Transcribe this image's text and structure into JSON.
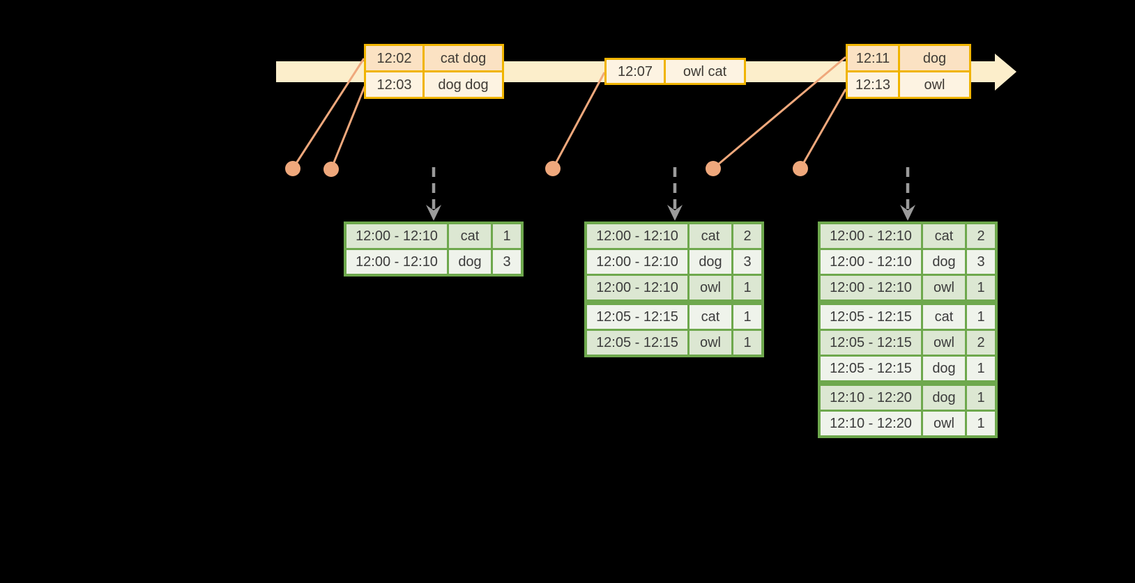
{
  "diagram": {
    "title": "windowed-grouped-aggregation-stream-diagram",
    "colors": {
      "background": "#000000",
      "timeline_band": "#fceecb",
      "event_border": "#f0b400",
      "event_fill_dark": "#fbe2c3",
      "event_fill_light": "#fdf3e2",
      "event_dot": "#efa87c",
      "trigger_arrow": "#9b9b9b",
      "table_border": "#6ea84d",
      "table_row_dark": "#dce7d2",
      "table_row_light": "#eff3eb",
      "text": "#3c3c3c"
    }
  },
  "timeline": {
    "events": [
      {
        "rows": [
          {
            "time": "12:02",
            "words": "cat dog"
          },
          {
            "time": "12:03",
            "words": "dog dog"
          }
        ]
      },
      {
        "rows": [
          {
            "time": "12:07",
            "words": "owl cat"
          }
        ]
      },
      {
        "rows": [
          {
            "time": "12:11",
            "words": "dog"
          },
          {
            "time": "12:13",
            "words": "owl"
          }
        ]
      }
    ]
  },
  "result_tables": [
    {
      "rows": [
        {
          "window": "12:00 - 12:10",
          "word": "cat",
          "count": "1"
        },
        {
          "window": "12:00 - 12:10",
          "word": "dog",
          "count": "3"
        }
      ]
    },
    {
      "rows": [
        {
          "window": "12:00 - 12:10",
          "word": "cat",
          "count": "2"
        },
        {
          "window": "12:00 - 12:10",
          "word": "dog",
          "count": "3"
        },
        {
          "window": "12:00 - 12:10",
          "word": "owl",
          "count": "1"
        },
        {
          "window": "12:05 - 12:15",
          "word": "cat",
          "count": "1"
        },
        {
          "window": "12:05 - 12:15",
          "word": "owl",
          "count": "1"
        }
      ]
    },
    {
      "rows": [
        {
          "window": "12:00 - 12:10",
          "word": "cat",
          "count": "2"
        },
        {
          "window": "12:00 - 12:10",
          "word": "dog",
          "count": "3"
        },
        {
          "window": "12:00 - 12:10",
          "word": "owl",
          "count": "1"
        },
        {
          "window": "12:05 - 12:15",
          "word": "cat",
          "count": "1"
        },
        {
          "window": "12:05 - 12:15",
          "word": "owl",
          "count": "2"
        },
        {
          "window": "12:05 - 12:15",
          "word": "dog",
          "count": "1"
        },
        {
          "window": "12:10 - 12:20",
          "word": "dog",
          "count": "1"
        },
        {
          "window": "12:10 - 12:20",
          "word": "owl",
          "count": "1"
        }
      ]
    }
  ]
}
